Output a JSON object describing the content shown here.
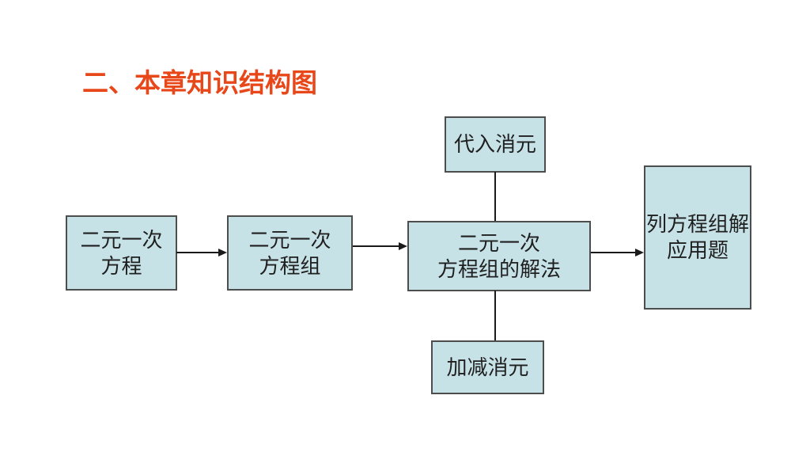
{
  "slide": {
    "title": "二、本章知识结构图"
  },
  "colors": {
    "background": "#ffffff",
    "title_text": "#e8471a",
    "box_fill": "#c7e2e7",
    "box_border": "#4d4d4d",
    "box_text": "#1f1f1f",
    "connector": "#1a1a1a"
  },
  "nodes": {
    "equation": {
      "line1": "二元一次",
      "line2": "方程"
    },
    "system": {
      "line1": "二元一次",
      "line2": "方程组"
    },
    "solving": {
      "line1": "二元一次",
      "line2": "方程组的解法"
    },
    "substitution": {
      "line1": "代入消元"
    },
    "elimination": {
      "line1": "加减消元"
    },
    "application": {
      "line1": "列方程组解",
      "line2": "应用题"
    }
  },
  "edges": [
    {
      "from": "equation",
      "to": "system",
      "style": "arrow"
    },
    {
      "from": "system",
      "to": "solving",
      "style": "arrow"
    },
    {
      "from": "substitution",
      "to": "solving",
      "style": "line"
    },
    {
      "from": "elimination",
      "to": "solving",
      "style": "line"
    },
    {
      "from": "solving",
      "to": "application",
      "style": "arrow"
    }
  ]
}
